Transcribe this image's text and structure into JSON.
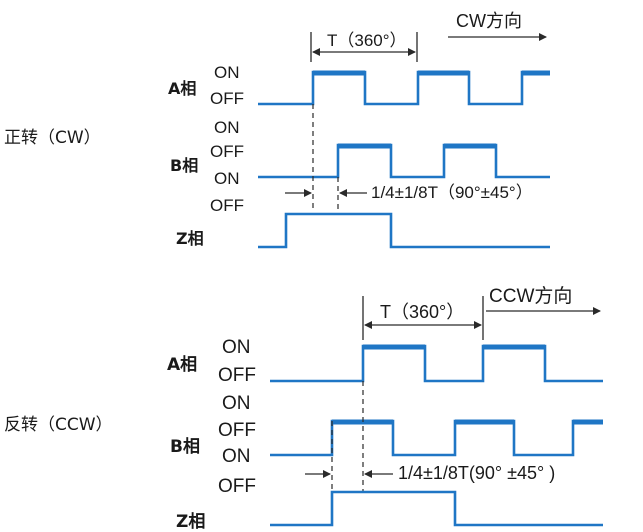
{
  "cw_section": {
    "side_label": "正转（CW）",
    "direction_label": "CW方向",
    "period_label": "T（360°）",
    "phase_label": "1/4±1/8T（90°±45°）",
    "phase_a": "A相",
    "phase_b": "B相",
    "phase_z": "Z相",
    "a_on": "ON",
    "a_off": "OFF",
    "b_on_top": "ON",
    "b_off": "OFF",
    "b_on": "ON",
    "z_off": "OFF"
  },
  "ccw_section": {
    "side_label": "反转（CCW）",
    "direction_label": "CCW方向",
    "period_label": "T（360°）",
    "phase_label": "1/4±1/8T(90° ±45° )",
    "phase_a": "A相",
    "phase_b": "B相",
    "phase_z": "Z相",
    "a_on": "ON",
    "a_off": "OFF",
    "b_on_top": "ON",
    "b_off": "OFF",
    "b_on": "ON",
    "z_off": "OFF"
  },
  "colors": {
    "waveform": "#1f76c5",
    "text": "#1a1a1a"
  }
}
